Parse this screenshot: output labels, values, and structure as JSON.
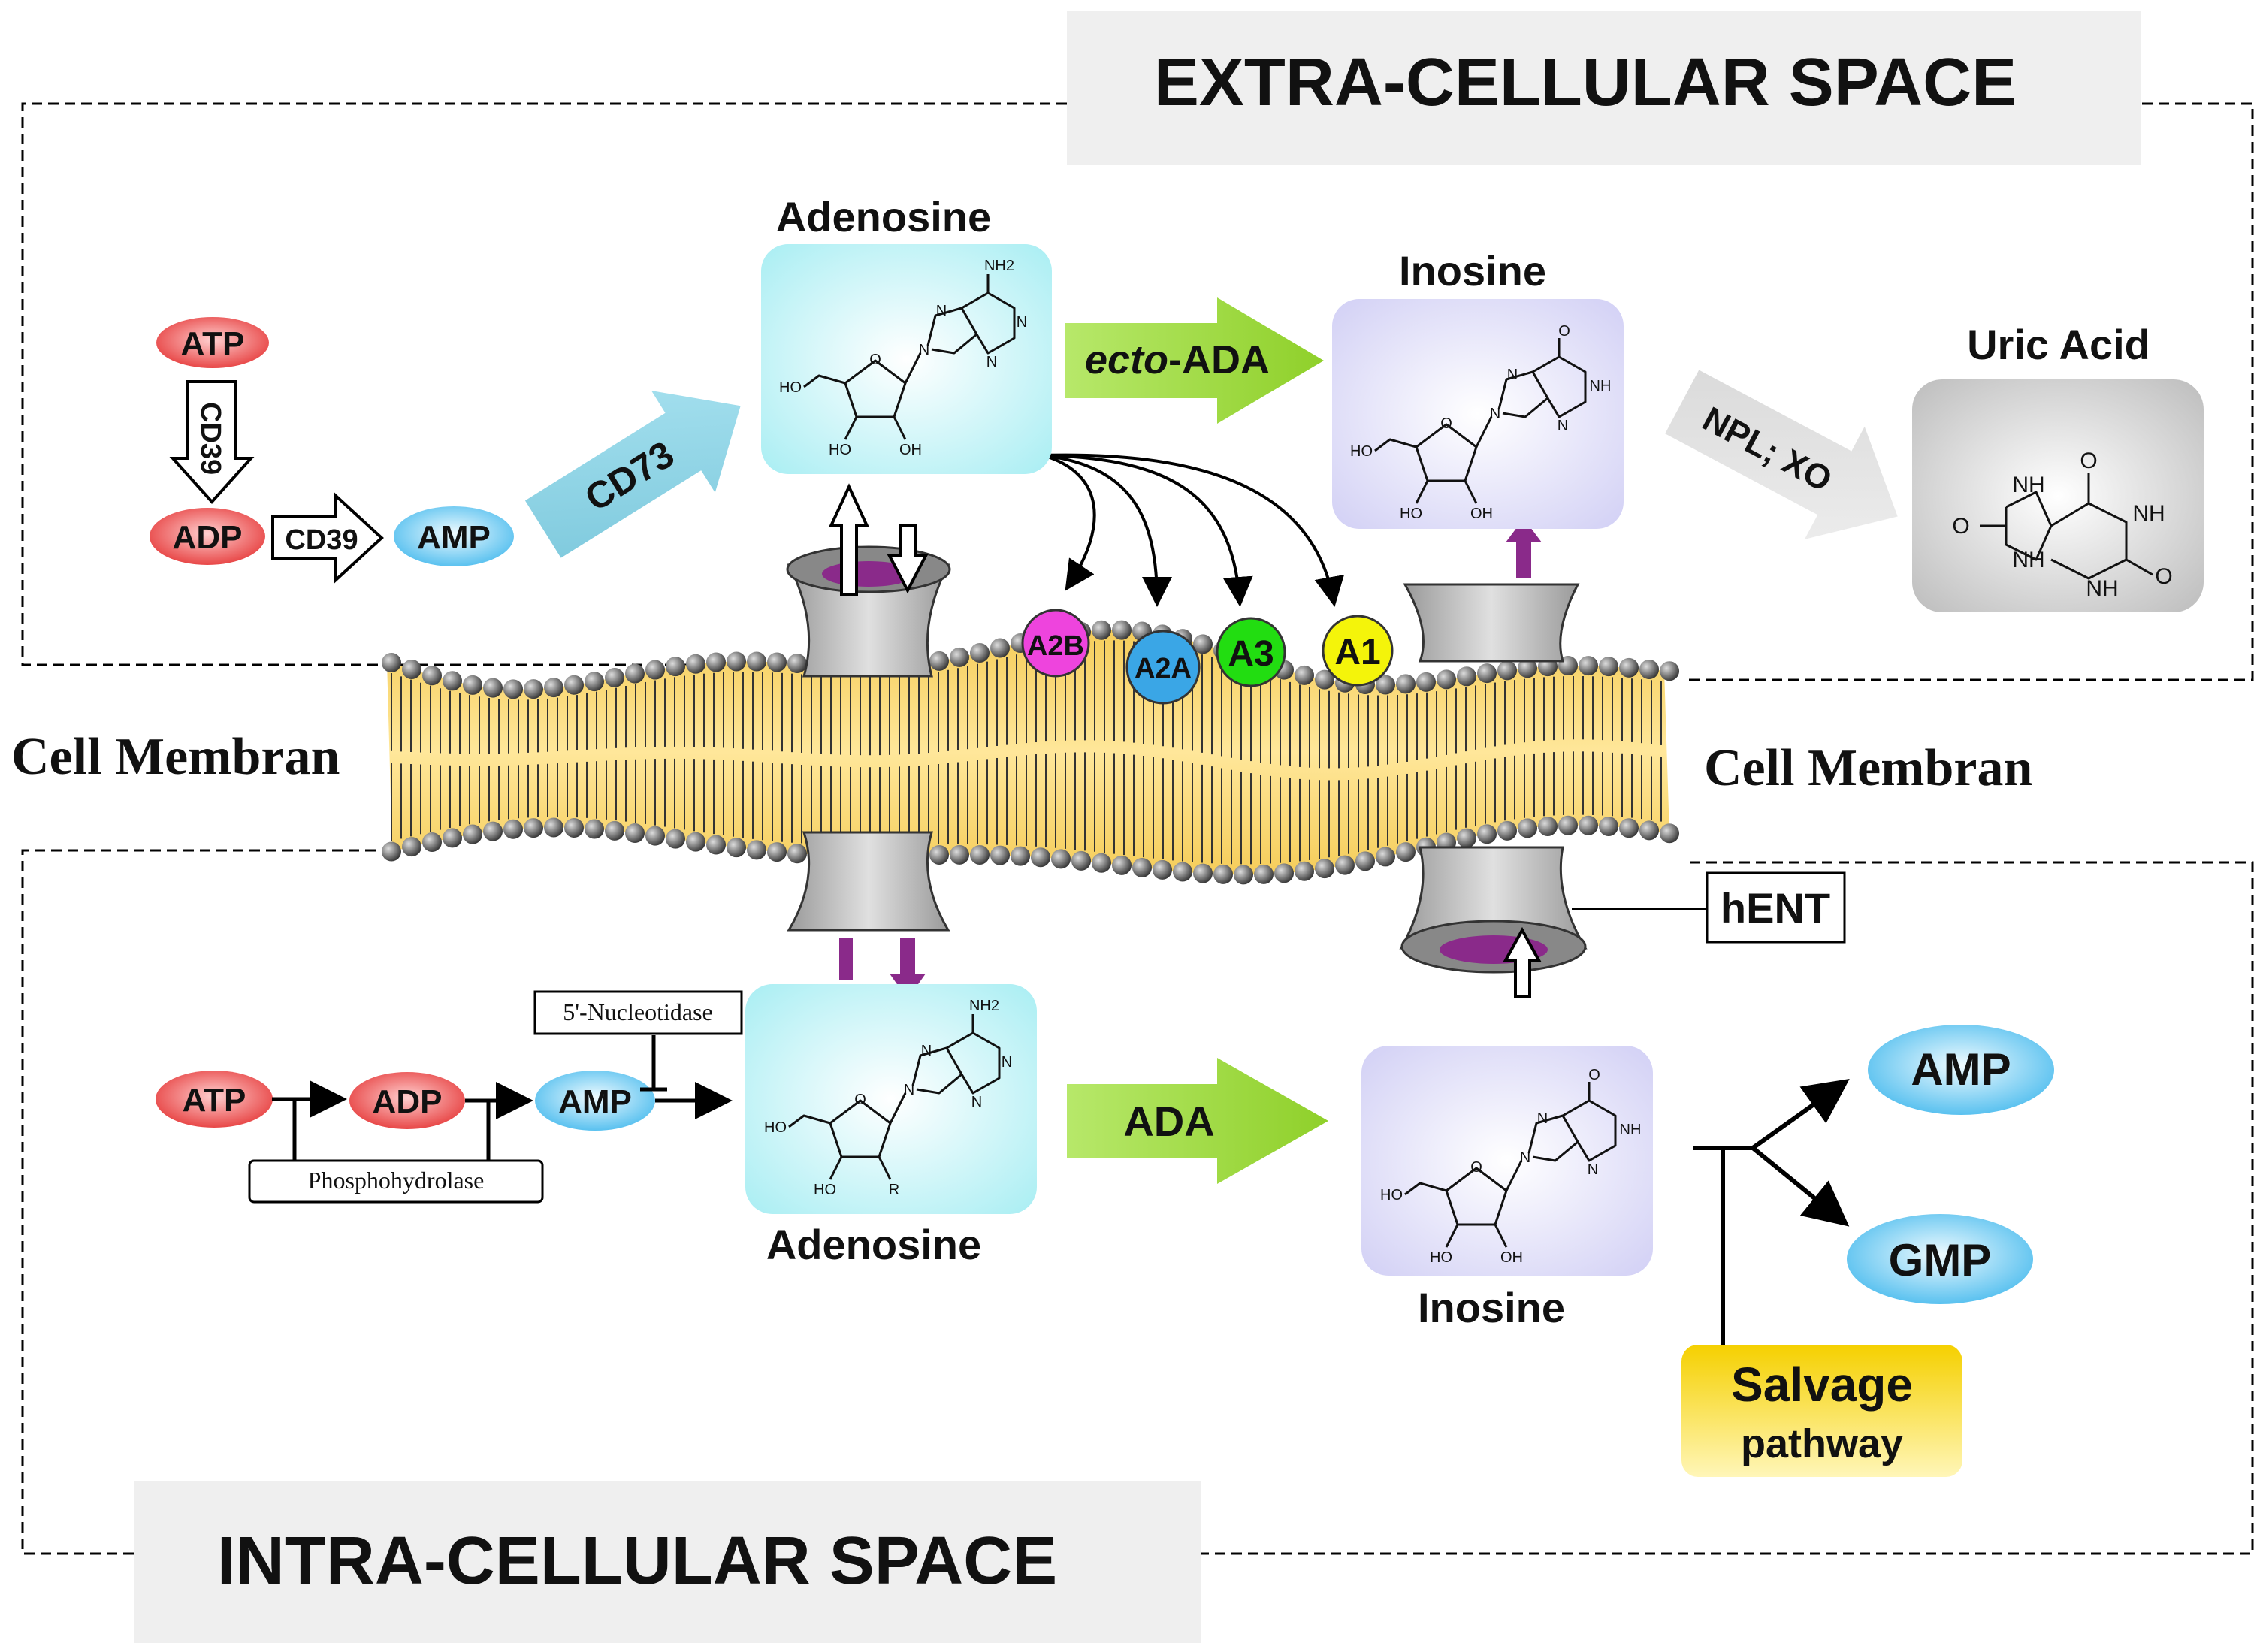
{
  "extracellular": {
    "title": "EXTRA-CELLULAR SPACE",
    "adenosine_label": "Adenosine",
    "inosine_label": "Inosine",
    "uric_acid_label": "Uric Acid",
    "atp": "ATP",
    "adp": "ADP",
    "amp": "AMP",
    "cd39_vertical": "CD39",
    "cd39_horizontal": "CD39",
    "cd73": "CD73",
    "ecto_prefix": "ecto",
    "ecto_suffix": "-ADA",
    "npl_xo": "NPL; XO"
  },
  "membrane": {
    "left_label": "Cell Membran",
    "right_label": "Cell Membran",
    "transporter_label": "hENT",
    "receptors": [
      {
        "label": "A2B",
        "color": "#ee44dd"
      },
      {
        "label": "A2A",
        "color": "#3aa6e6"
      },
      {
        "label": "A3",
        "color": "#22dd11"
      },
      {
        "label": "A1",
        "color": "#f4f40a"
      }
    ]
  },
  "intracellular": {
    "title": "INTRA-CELLULAR SPACE",
    "atp": "ATP",
    "adp": "ADP",
    "amp": "AMP",
    "phosphohydrolase": "Phosphohydrolase",
    "nucleotidase": "5'-Nucleotidase",
    "adenosine_label": "Adenosine",
    "ada": "ADA",
    "inosine_label": "Inosine",
    "amp_out": "AMP",
    "gmp_out": "GMP",
    "salvage_line1": "Salvage",
    "salvage_line2": "pathway"
  },
  "structures": {
    "nh2": "NH2",
    "oh": "OH",
    "ho": "HO",
    "n": "N",
    "nh": "NH",
    "o": "O",
    "r": "R"
  },
  "colors": {
    "red_pill": "#e84a4a",
    "blue_pill": "#5cc4f0",
    "adenosine_box": "#b8f2f6",
    "inosine_box": "#d6d4f5",
    "uric_box": "#cfcfcf",
    "green_arrow": "#a8e04a",
    "purple": "#8a2a8a",
    "membrane_yellow": "#f2c94c",
    "salvage_yellow": "#f5d81c"
  }
}
